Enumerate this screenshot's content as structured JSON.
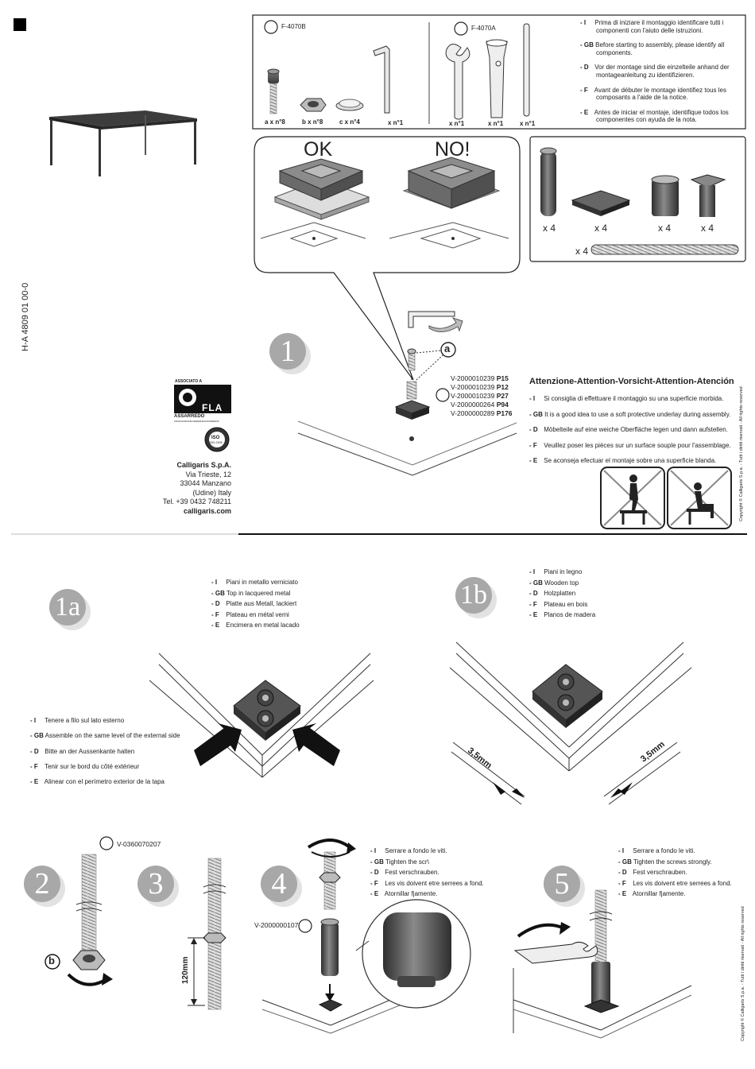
{
  "doc_code": "H-A 4809 01 00-0",
  "tools": {
    "left_code": "F-4070B",
    "right_code": "F-4070A",
    "counts": [
      "a x n°8",
      "b x n°8",
      "c x n°4",
      "x n°1",
      "x n°1",
      "x n°1",
      "x n°1"
    ]
  },
  "intro_text": [
    {
      "lang": "- I",
      "text": "Prima di iniziare il montaggio identificare tutti i"
    },
    {
      "lang": "",
      "text": "componenti con l'aiuto delle istruzioni."
    },
    {
      "lang": "- GB",
      "text": "Before starting to assembly, please identify all"
    },
    {
      "lang": "",
      "text": "components."
    },
    {
      "lang": "- D",
      "text": "Vor der montage  sind die einzelteile anhand der"
    },
    {
      "lang": "",
      "text": "montageanleitung zu identifizieren."
    },
    {
      "lang": "- F",
      "text": "Avant de débuter le montage identifiez tous les"
    },
    {
      "lang": "",
      "text": "composants a l'aide de la notice."
    },
    {
      "lang": "- E",
      "text": "Antes de iniciar el montaje, identifique todos los"
    },
    {
      "lang": "",
      "text": "componentes con ayuda de la nota."
    }
  ],
  "ok_label": "OK",
  "no_label": "NO!",
  "parts_counts": [
    "x 4",
    "x 4",
    "x 4",
    "x 4",
    "x 4"
  ],
  "step1": {
    "number": "1",
    "label_a": "a",
    "codes": [
      {
        "code": "V-2000010239",
        "suffix": "P15"
      },
      {
        "code": "V-2000010239",
        "suffix": "P12"
      },
      {
        "code": "V-2000010239",
        "suffix": "P27"
      },
      {
        "code": "V-2000000264",
        "suffix": "P94"
      },
      {
        "code": "V-2000000289",
        "suffix": "P176"
      }
    ]
  },
  "attention": {
    "title": "Attenzione-Attention-Vorsicht-Attention-Atención",
    "lines": [
      {
        "lang": "- I",
        "text": "Si consiglia di effettuare il montaggio su una superficie morbida."
      },
      {
        "lang": "- GB",
        "text": "It is a good idea to use a soft protective underlay during assembly."
      },
      {
        "lang": "- D",
        "text": "Möbelteile auf eine weiche Oberfläche legen und dann aufstellen."
      },
      {
        "lang": "- F",
        "text": "Veuillez poser les pièces sur un surface souple pour l'assemblage."
      },
      {
        "lang": "- E",
        "text": "Se aconseja efectuar el montaje sobre una superficie blanda."
      }
    ]
  },
  "company": {
    "assoc_label": "ASSOCIATO A",
    "fla": "FLA",
    "assarredo": "ASSARREDO",
    "assarredo_sub": "ASSOCIAZIONE FEDERLEGNOARREDO",
    "iso": "ISO",
    "iso_sub": "9001:2008",
    "name": "Calligaris S.p.A.",
    "address": [
      "Via Trieste, 12",
      "33044 Manzano",
      "(Udine) Italy",
      "Tel. +39 0432 748211"
    ],
    "web": "calligaris.com"
  },
  "copyright": "Copyright © Calligaris S.p.a. - Tutti i diritti riservati - All rights reserved",
  "step1a": {
    "number": "1a",
    "lines": [
      {
        "lang": "- I",
        "text": "Piani in metallo verniciato"
      },
      {
        "lang": "- GB",
        "text": "Top in lacquered metal"
      },
      {
        "lang": "- D",
        "text": "Platte aus Metall, lackiert"
      },
      {
        "lang": "- F",
        "text": "Plateau en métal verni"
      },
      {
        "lang": "- E",
        "text": "Encimera en metal lacado"
      }
    ],
    "side_lines": [
      {
        "lang": "- I",
        "text": "Tenere a filo sul lato esterno"
      },
      {
        "lang": "- GB",
        "text": "Assemble on the same level of the external side"
      },
      {
        "lang": "- D",
        "text": "Bitte an der Aussenkante halten"
      },
      {
        "lang": "- F",
        "text": "Tenir sur le bord du côté extérieur"
      },
      {
        "lang": "- E",
        "text": "Alinear con el perímetro exterior de la tapa"
      }
    ]
  },
  "step1b": {
    "number": "1b",
    "lines": [
      {
        "lang": "- I",
        "text": "Piani in legno"
      },
      {
        "lang": "- GB",
        "text": "Wooden top"
      },
      {
        "lang": "- D",
        "text": "Holzplatten"
      },
      {
        "lang": "- F",
        "text": "Plateau en bois"
      },
      {
        "lang": "- E",
        "text": "Planos de madera"
      }
    ],
    "dim_left": "3,5mm",
    "dim_right": "3,5mm"
  },
  "step2": {
    "number": "2",
    "code": "V-0360070207",
    "label_b": "b"
  },
  "step3": {
    "number": "3",
    "dim": "120mm"
  },
  "step4": {
    "number": "4",
    "code": "V-2000000107",
    "lines": [
      {
        "lang": "- I",
        "text": "Serrare a fondo le viti."
      },
      {
        "lang": "- GB",
        "text": "Tighten the scr\\"
      },
      {
        "lang": "- D",
        "text": "Fest verschrauben."
      },
      {
        "lang": "- F",
        "text": "Les vis doivent etre serrees a fond."
      },
      {
        "lang": "- E",
        "text": "Atornillar fjamente."
      }
    ]
  },
  "step5": {
    "number": "5",
    "lines": [
      {
        "lang": "- I",
        "text": "Serrare a fondo le viti."
      },
      {
        "lang": "- GB",
        "text": "Tighten the screws strongly."
      },
      {
        "lang": "- D",
        "text": "Fest verschrauben."
      },
      {
        "lang": "- F",
        "text": "Les vis doivent etre serrees a fond."
      },
      {
        "lang": "- E",
        "text": "Atornillar fjamente."
      }
    ]
  }
}
